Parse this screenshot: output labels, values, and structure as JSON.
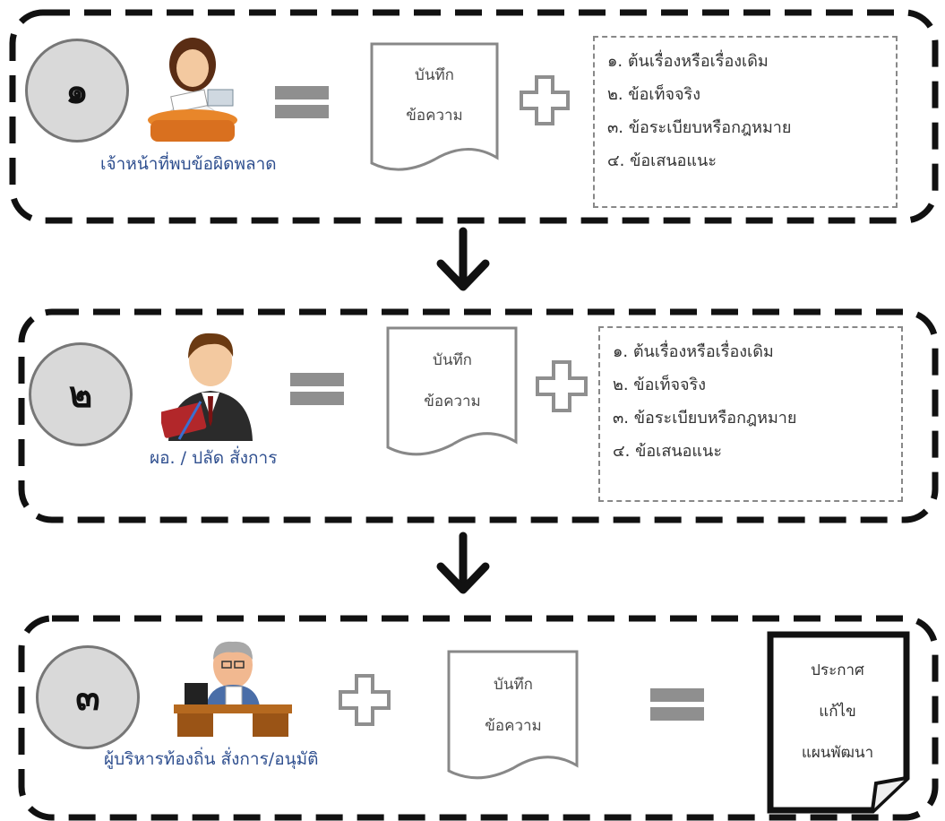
{
  "steps": [
    {
      "number": "๑",
      "caption": "เจ้าหน้าที่พบข้อผิดพลาด",
      "memo": [
        "บันทึก",
        "ข้อความ"
      ],
      "list": [
        "๑. ต้นเรื่องหรือเรื่องเดิม",
        "๒. ข้อเท็จจริง",
        "๓. ข้อระเบียบหรือกฎหมาย",
        "๔. ข้อเสนอแนะ"
      ]
    },
    {
      "number": "๒",
      "caption": "ผอ. / ปลัด สั่งการ",
      "memo": [
        "บันทึก",
        "ข้อความ"
      ],
      "list": [
        "๑. ต้นเรื่องหรือเรื่องเดิม",
        "๒. ข้อเท็จจริง",
        "๓. ข้อระเบียบหรือกฎหมาย",
        "๔. ข้อเสนอแนะ"
      ]
    },
    {
      "number": "๓",
      "caption": "ผู้บริหารท้องถิ่น สั่งการ/อนุมัติ",
      "memo": [
        "บันทึก",
        "ข้อความ"
      ],
      "announcement": [
        "ประกาศ",
        "แก้ไข",
        "แผนพัฒนา"
      ]
    }
  ],
  "colors": {
    "operator_symbol": "#888888",
    "caption": "#2f4f8f",
    "circle_fill": "#d9d9d9"
  },
  "icons": [
    "clerk-icon",
    "director-icon",
    "executive-icon",
    "equals-icon",
    "plus-icon",
    "down-arrow-icon"
  ]
}
